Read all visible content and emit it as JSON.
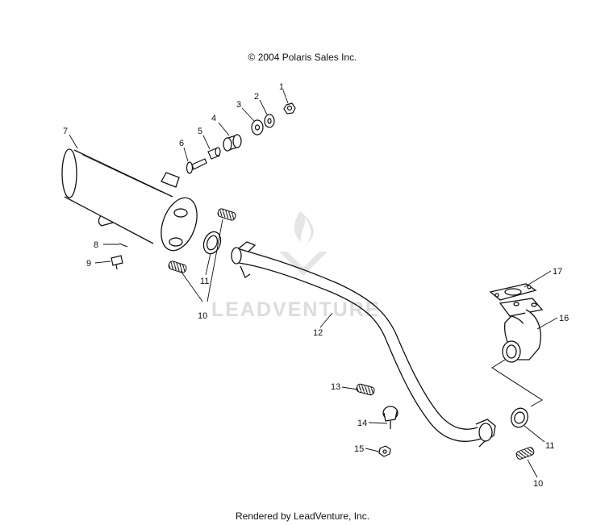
{
  "header": {
    "copyright": "© 2004 Polaris Sales Inc."
  },
  "footer": {
    "rendered_by": "Rendered by LeadVenture, Inc."
  },
  "watermark": {
    "text": "LEADVENTURE"
  },
  "callouts": [
    "1",
    "2",
    "3",
    "4",
    "5",
    "6",
    "7",
    "8",
    "9",
    "10",
    "11",
    "12",
    "13",
    "14",
    "15",
    "16",
    "17",
    "11",
    "10"
  ],
  "parts": [
    "nut",
    "washer",
    "washer",
    "grommet",
    "spacer",
    "bolt",
    "muffler",
    "clip",
    "screw",
    "spring",
    "gasket",
    "head-pipe",
    "spring",
    "screw",
    "nut",
    "exhaust-elbow",
    "gasket",
    "gasket",
    "spring"
  ],
  "colors": {
    "line": "#111111",
    "watermark": "#d9d9d9",
    "background": "#ffffff"
  }
}
